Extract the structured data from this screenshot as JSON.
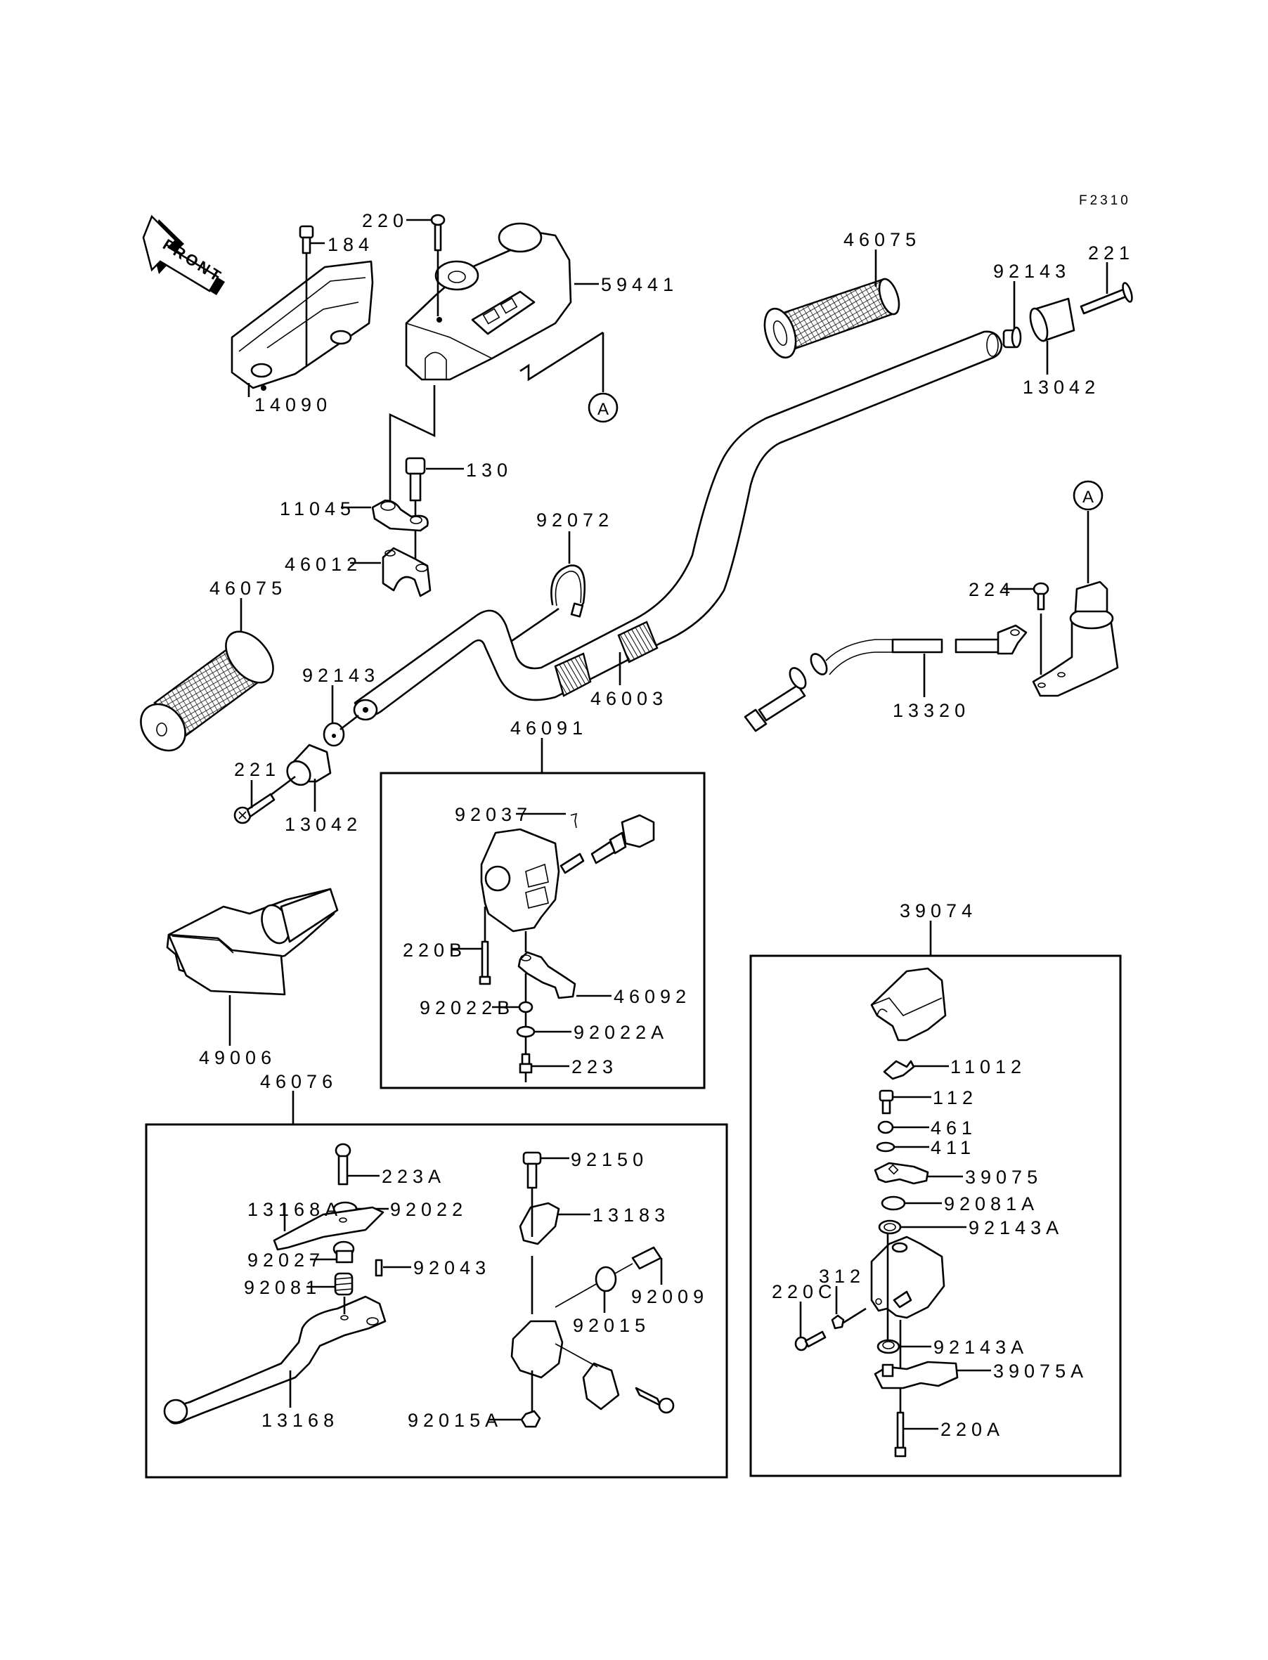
{
  "figure_code": "F2310",
  "front_arrow_label": "FRONT",
  "ref_marker": "A",
  "parts": {
    "p184": "184",
    "p220": "220",
    "p59441": "59441",
    "p14090": "14090",
    "p130": "130",
    "p11045": "11045",
    "p46012": "46012",
    "p92072": "92072",
    "p46003": "46003",
    "p46075_right": "46075",
    "p92143_right": "92143",
    "p221_right": "221",
    "p13042_right": "13042",
    "p46075_left": "46075",
    "p92143_left": "92143",
    "p221_left": "221",
    "p13042_left": "13042",
    "p224": "224",
    "p13320": "13320",
    "p49006": "49006"
  },
  "switch_assembly": {
    "assembly": "46091",
    "items": {
      "p92037": "92037",
      "p220B": "220B",
      "p46092": "46092",
      "p92022B": "92022B",
      "p92022A": "92022A",
      "p223": "223"
    }
  },
  "lever_assembly": {
    "assembly": "46076",
    "items": {
      "p223A": "223A",
      "p13168A": "13168A",
      "p92022": "92022",
      "p92027": "92027",
      "p92043": "92043",
      "p92081": "92081",
      "p13168": "13168",
      "p92150": "92150",
      "p13183": "13183",
      "p92009": "92009",
      "p92015": "92015",
      "p92015A": "92015A"
    }
  },
  "throttle_assembly": {
    "assembly": "39074",
    "items": {
      "p11012": "11012",
      "p112": "112",
      "p461": "461",
      "p411": "411",
      "p39075": "39075",
      "p92081A": "92081A",
      "p92143A_top": "92143A",
      "p312": "312",
      "p220C": "220C",
      "p92143A_bottom": "92143A",
      "p39075A": "39075A",
      "p220A": "220A"
    }
  }
}
